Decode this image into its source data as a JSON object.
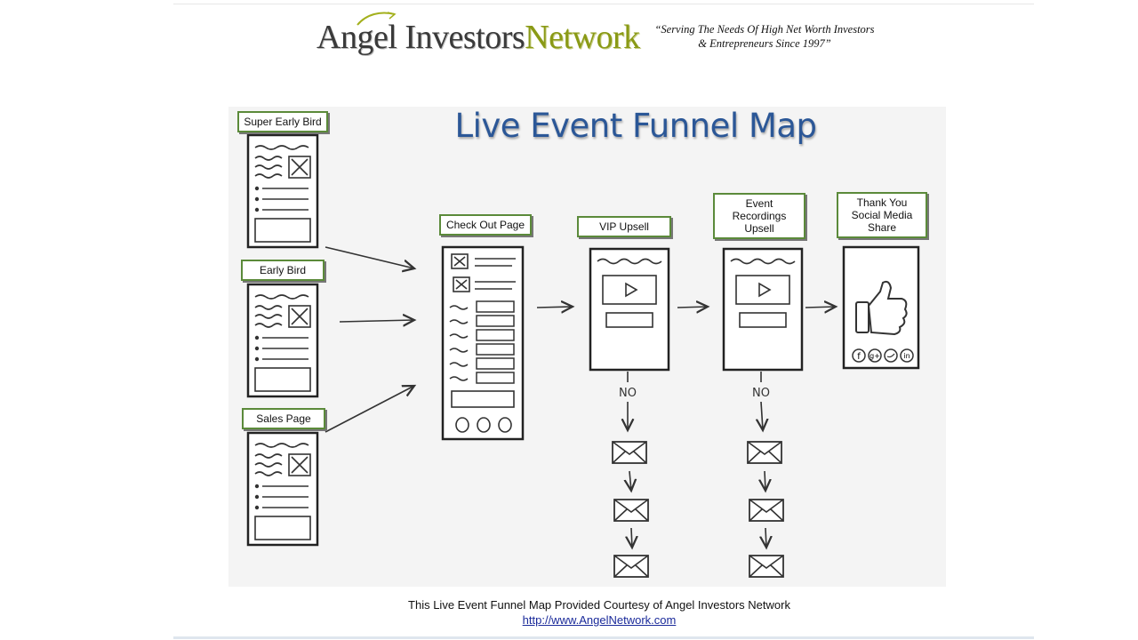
{
  "header": {
    "logo_part1": "Angel Investors",
    "logo_part2": "Network",
    "tagline_line1": "“Serving The Needs Of High Net Worth Investors",
    "tagline_line2": "& Entrepreneurs Since 1997”"
  },
  "diagram": {
    "title": "Live Event Funnel Map",
    "sources": [
      "Super Early Bird",
      "Early Bird",
      "Sales Page"
    ],
    "checkout_label": "Check Out Page",
    "vip_label": "VIP Upsell",
    "recordings_label_lines": [
      "Event",
      "Recordings",
      "Upsell"
    ],
    "thankyou_label_lines": [
      "Thank You",
      "Social Media",
      "Share"
    ],
    "no_label": "NO"
  },
  "footer": {
    "caption": "This Live Event Funnel Map Provided Courtesy of Angel Investors Network",
    "link": "http://www.AngelNetwork.com"
  },
  "colors": {
    "title": "#2b5797",
    "label_border": "#5b8a3a",
    "logo_green": "#8a9a16"
  }
}
